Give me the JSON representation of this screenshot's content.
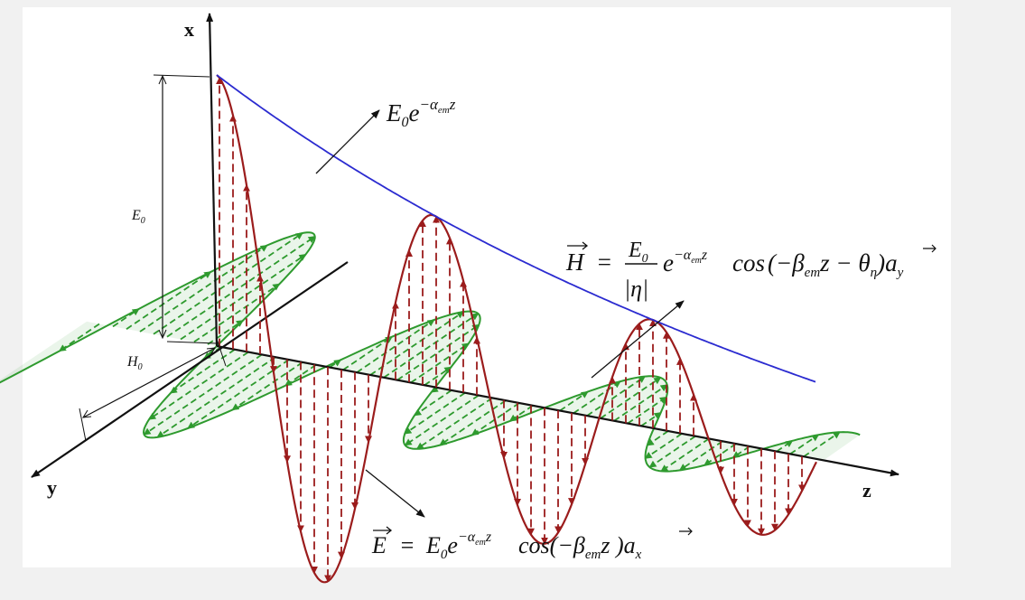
{
  "axes": {
    "x_label": "x",
    "y_label": "y",
    "z_label": "z",
    "e0_dimension": "E",
    "e0_dimension_sub": "0",
    "h0_dimension": "H",
    "h0_dimension_sub": "0"
  },
  "envelope_equation": {
    "base": "E",
    "base_sub": "0",
    "e": "e",
    "exponent": "−α",
    "exponent_sub": "em",
    "exponent_var": "z"
  },
  "h_equation": {
    "vector": "H",
    "equals": "=",
    "numerator": "E",
    "numerator_sub": "0",
    "denominator": "|η|",
    "e": "e",
    "exponent": "−α",
    "exponent_sub": "em",
    "exponent_var": "z",
    "cos": "cos",
    "arg_open": "(−β",
    "arg_beta_sub": "em",
    "arg_mid": "z − θ",
    "arg_theta_sub": "η",
    "arg_close": ")",
    "unit_vector": "a",
    "unit_sub": "y"
  },
  "e_equation": {
    "vector": "E",
    "equals": "=",
    "base": "E",
    "base_sub": "0",
    "e": "e",
    "exponent": "−α",
    "exponent_sub": "em",
    "exponent_var": "z",
    "cos": "cos",
    "arg_open": "(−β",
    "arg_beta_sub": "em",
    "arg_close": "z )",
    "unit_vector": "a",
    "unit_sub": "x"
  },
  "colors": {
    "e_field": "#9b1c1c",
    "h_field": "#2e9a2e",
    "envelope": "#2b2bd0",
    "axes": "#111111"
  }
}
